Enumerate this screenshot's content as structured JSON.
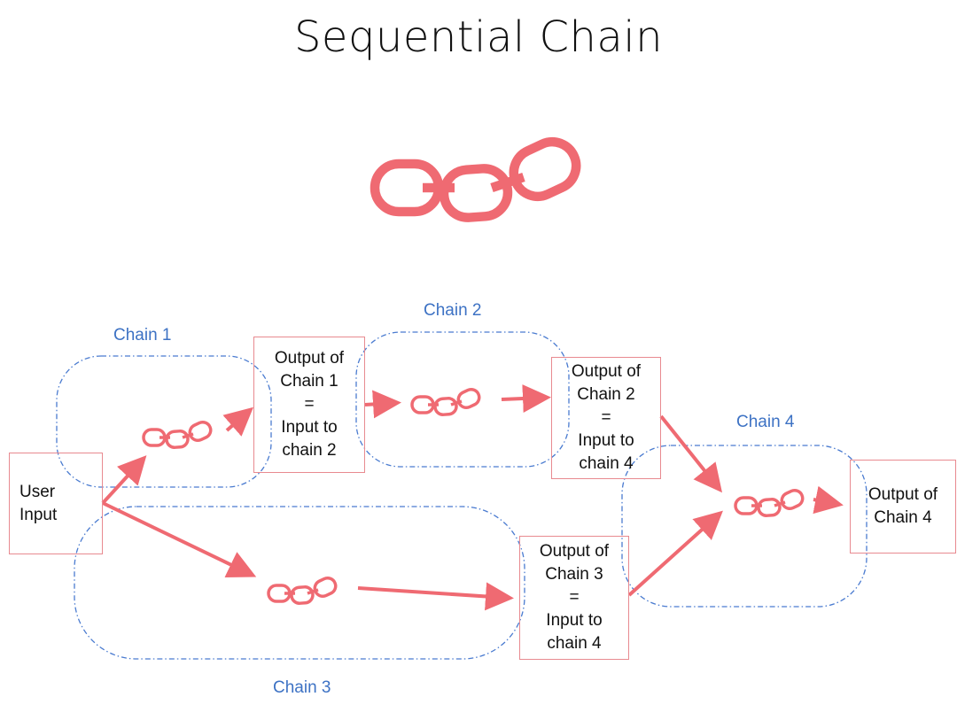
{
  "title": "Sequential Chain",
  "colors": {
    "accent": "#ef6a72",
    "group_outline": "#4a7bd0",
    "box_border": "#e88a90",
    "label": "#3d72c4",
    "text": "#111111"
  },
  "icons": {
    "hero": "chain-link-icon",
    "step": "chain-link-icon"
  },
  "nodes": {
    "user_input": "User\nInput",
    "out1": "Output of\nChain 1\n=\nInput to\nchain 2",
    "out2": "Output of\nChain 2\n=\nInput to\nchain 4",
    "out3": "Output of\nChain 3\n=\nInput to\nchain 4",
    "out4": "Output of\nChain 4"
  },
  "groups": {
    "chain1": "Chain 1",
    "chain2": "Chain 2",
    "chain3": "Chain 3",
    "chain4": "Chain 4"
  },
  "edges": [
    {
      "from": "User Input",
      "to": "Chain 1"
    },
    {
      "from": "Chain 1",
      "to": "Output of Chain 1"
    },
    {
      "from": "Output of Chain 1",
      "to": "Chain 2"
    },
    {
      "from": "Chain 2",
      "to": "Output of Chain 2"
    },
    {
      "from": "User Input",
      "to": "Chain 3"
    },
    {
      "from": "Chain 3",
      "to": "Output of Chain 3"
    },
    {
      "from": "Output of Chain 2",
      "to": "Chain 4"
    },
    {
      "from": "Output of Chain 3",
      "to": "Chain 4"
    },
    {
      "from": "Chain 4",
      "to": "Output of Chain 4"
    }
  ]
}
